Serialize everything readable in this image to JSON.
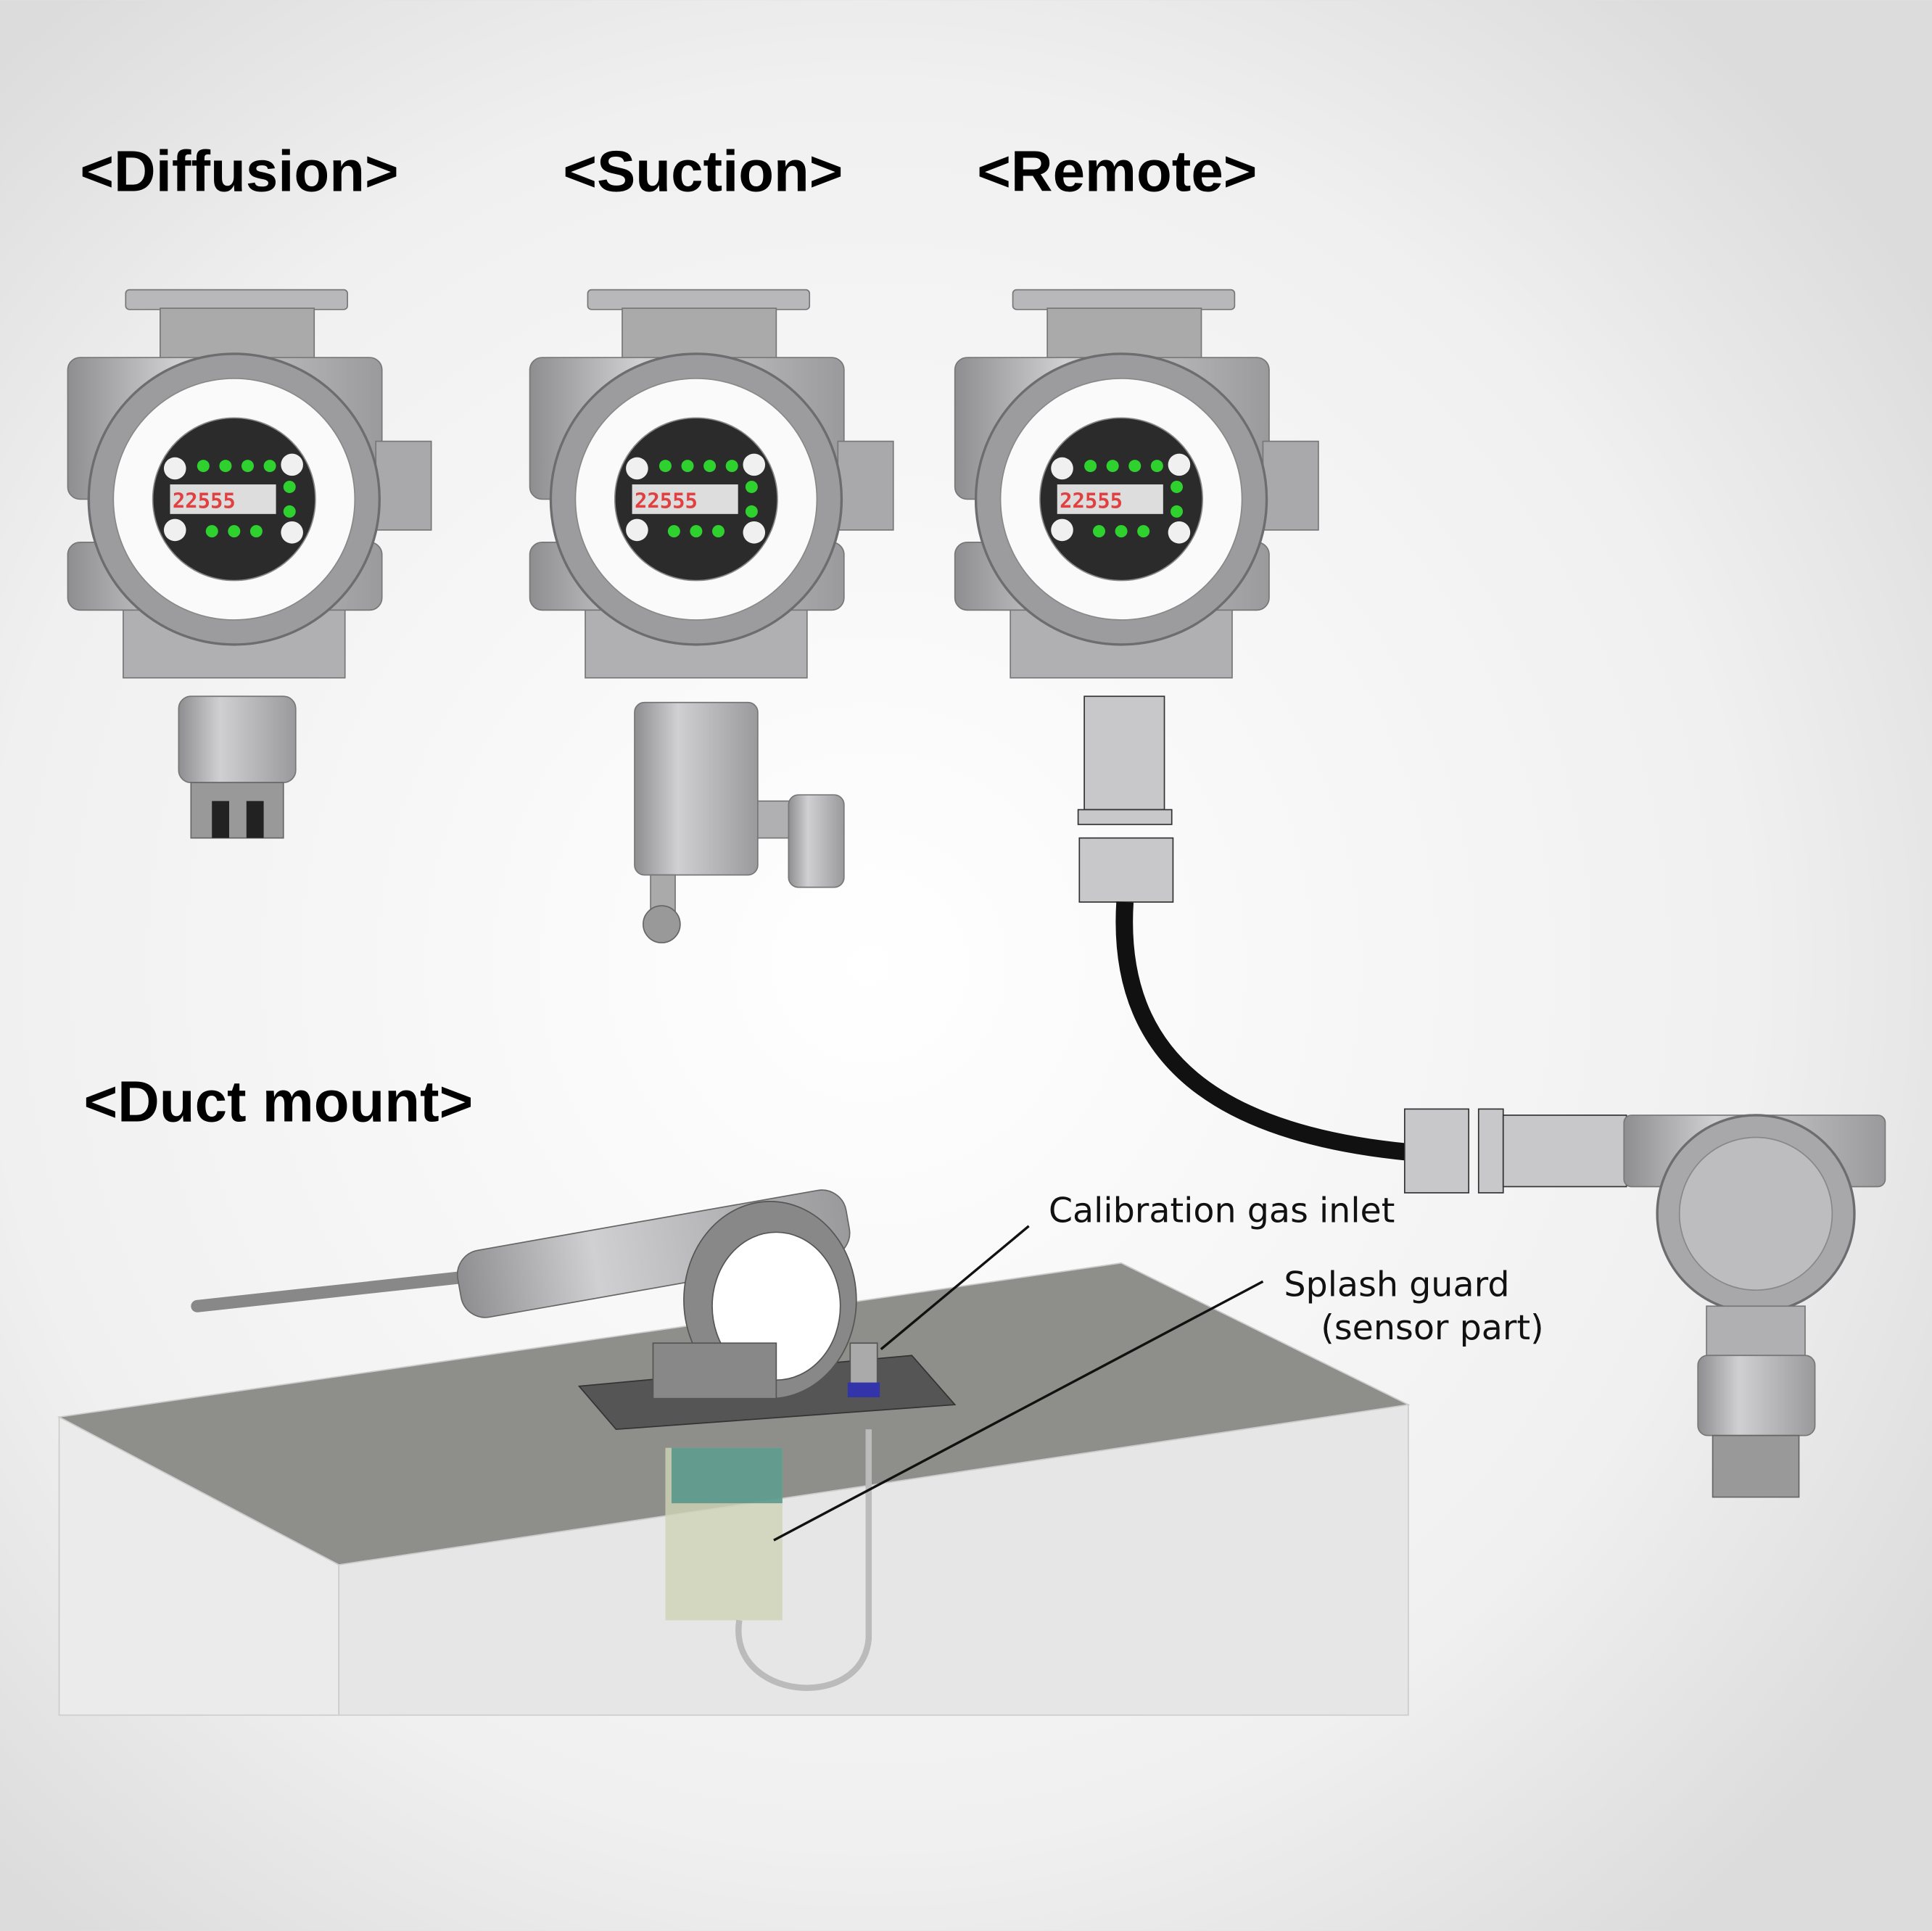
{
  "titles": {
    "diffusion": "<Diffusion>",
    "suction": "<Suction>",
    "remote": "<Remote>",
    "duct_mount": "<Duct mount>"
  },
  "callouts": {
    "calibration_gas_inlet": "Calibration gas inlet",
    "splash_guard": "Splash guard",
    "splash_guard_sub": "(sensor part)"
  },
  "colors": {
    "background": "#e2e2e2",
    "metal": "#a9a9ab",
    "display": "#2b2b2b",
    "led": "#2fd12f",
    "digits": "#e04040"
  }
}
